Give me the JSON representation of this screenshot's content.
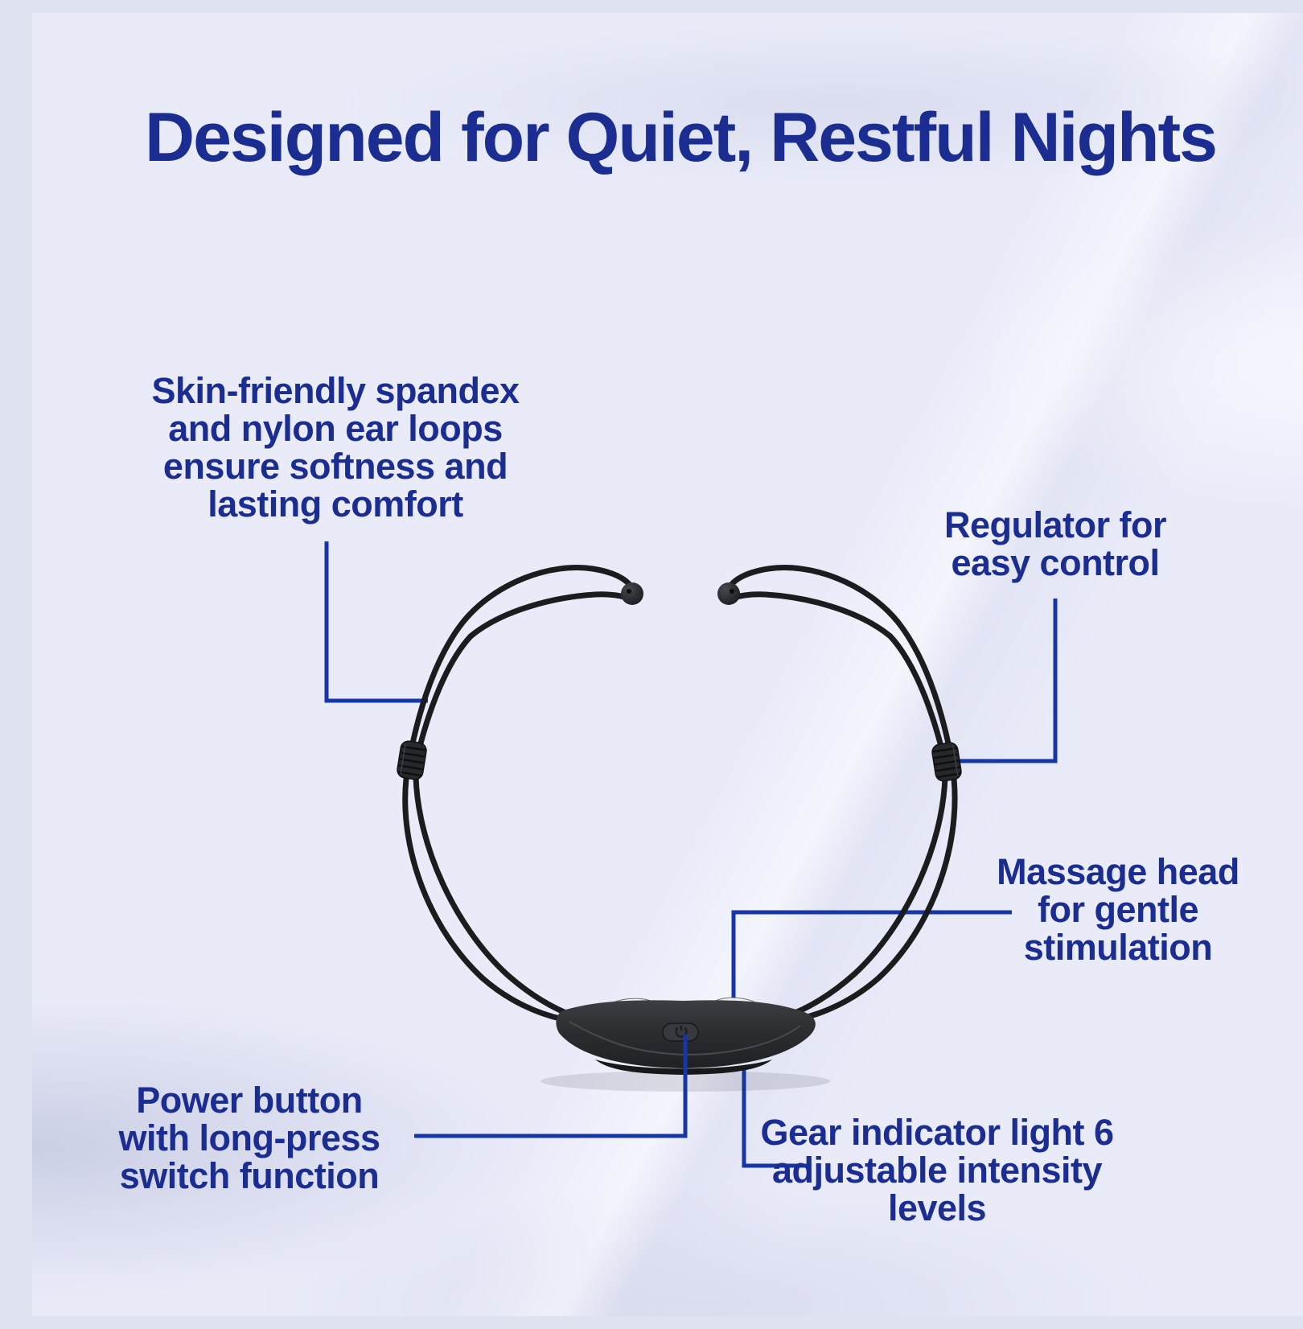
{
  "page": {
    "title": "Designed for Quiet, Restful Nights",
    "product_alt": "Black sleep-aid chin massager with two ear-loop cords, cord adjusters, ball tips, chrome massage heads and a power button"
  },
  "colors": {
    "background": "#e9ebf9",
    "text": "#1b2d91",
    "line": "#1636a6",
    "cord": "#1b1c1e",
    "body": "#2c2e31",
    "chrome": "#d9dce0"
  },
  "labels": {
    "ear_loops": {
      "lines": [
        "Skin-friendly spandex",
        "and nylon ear loops",
        "ensure softness and",
        "lasting comfort"
      ]
    },
    "regulator": {
      "lines": [
        "Regulator for",
        "easy control"
      ]
    },
    "massage_head": {
      "lines": [
        "Massage head",
        "for gentle",
        "stimulation"
      ]
    },
    "power_button": {
      "lines": [
        "Power button",
        "with long-press",
        "switch function"
      ]
    },
    "gear_indicator": {
      "lines": [
        "Gear indicator light 6",
        "adjustable intensity",
        "levels"
      ]
    }
  }
}
